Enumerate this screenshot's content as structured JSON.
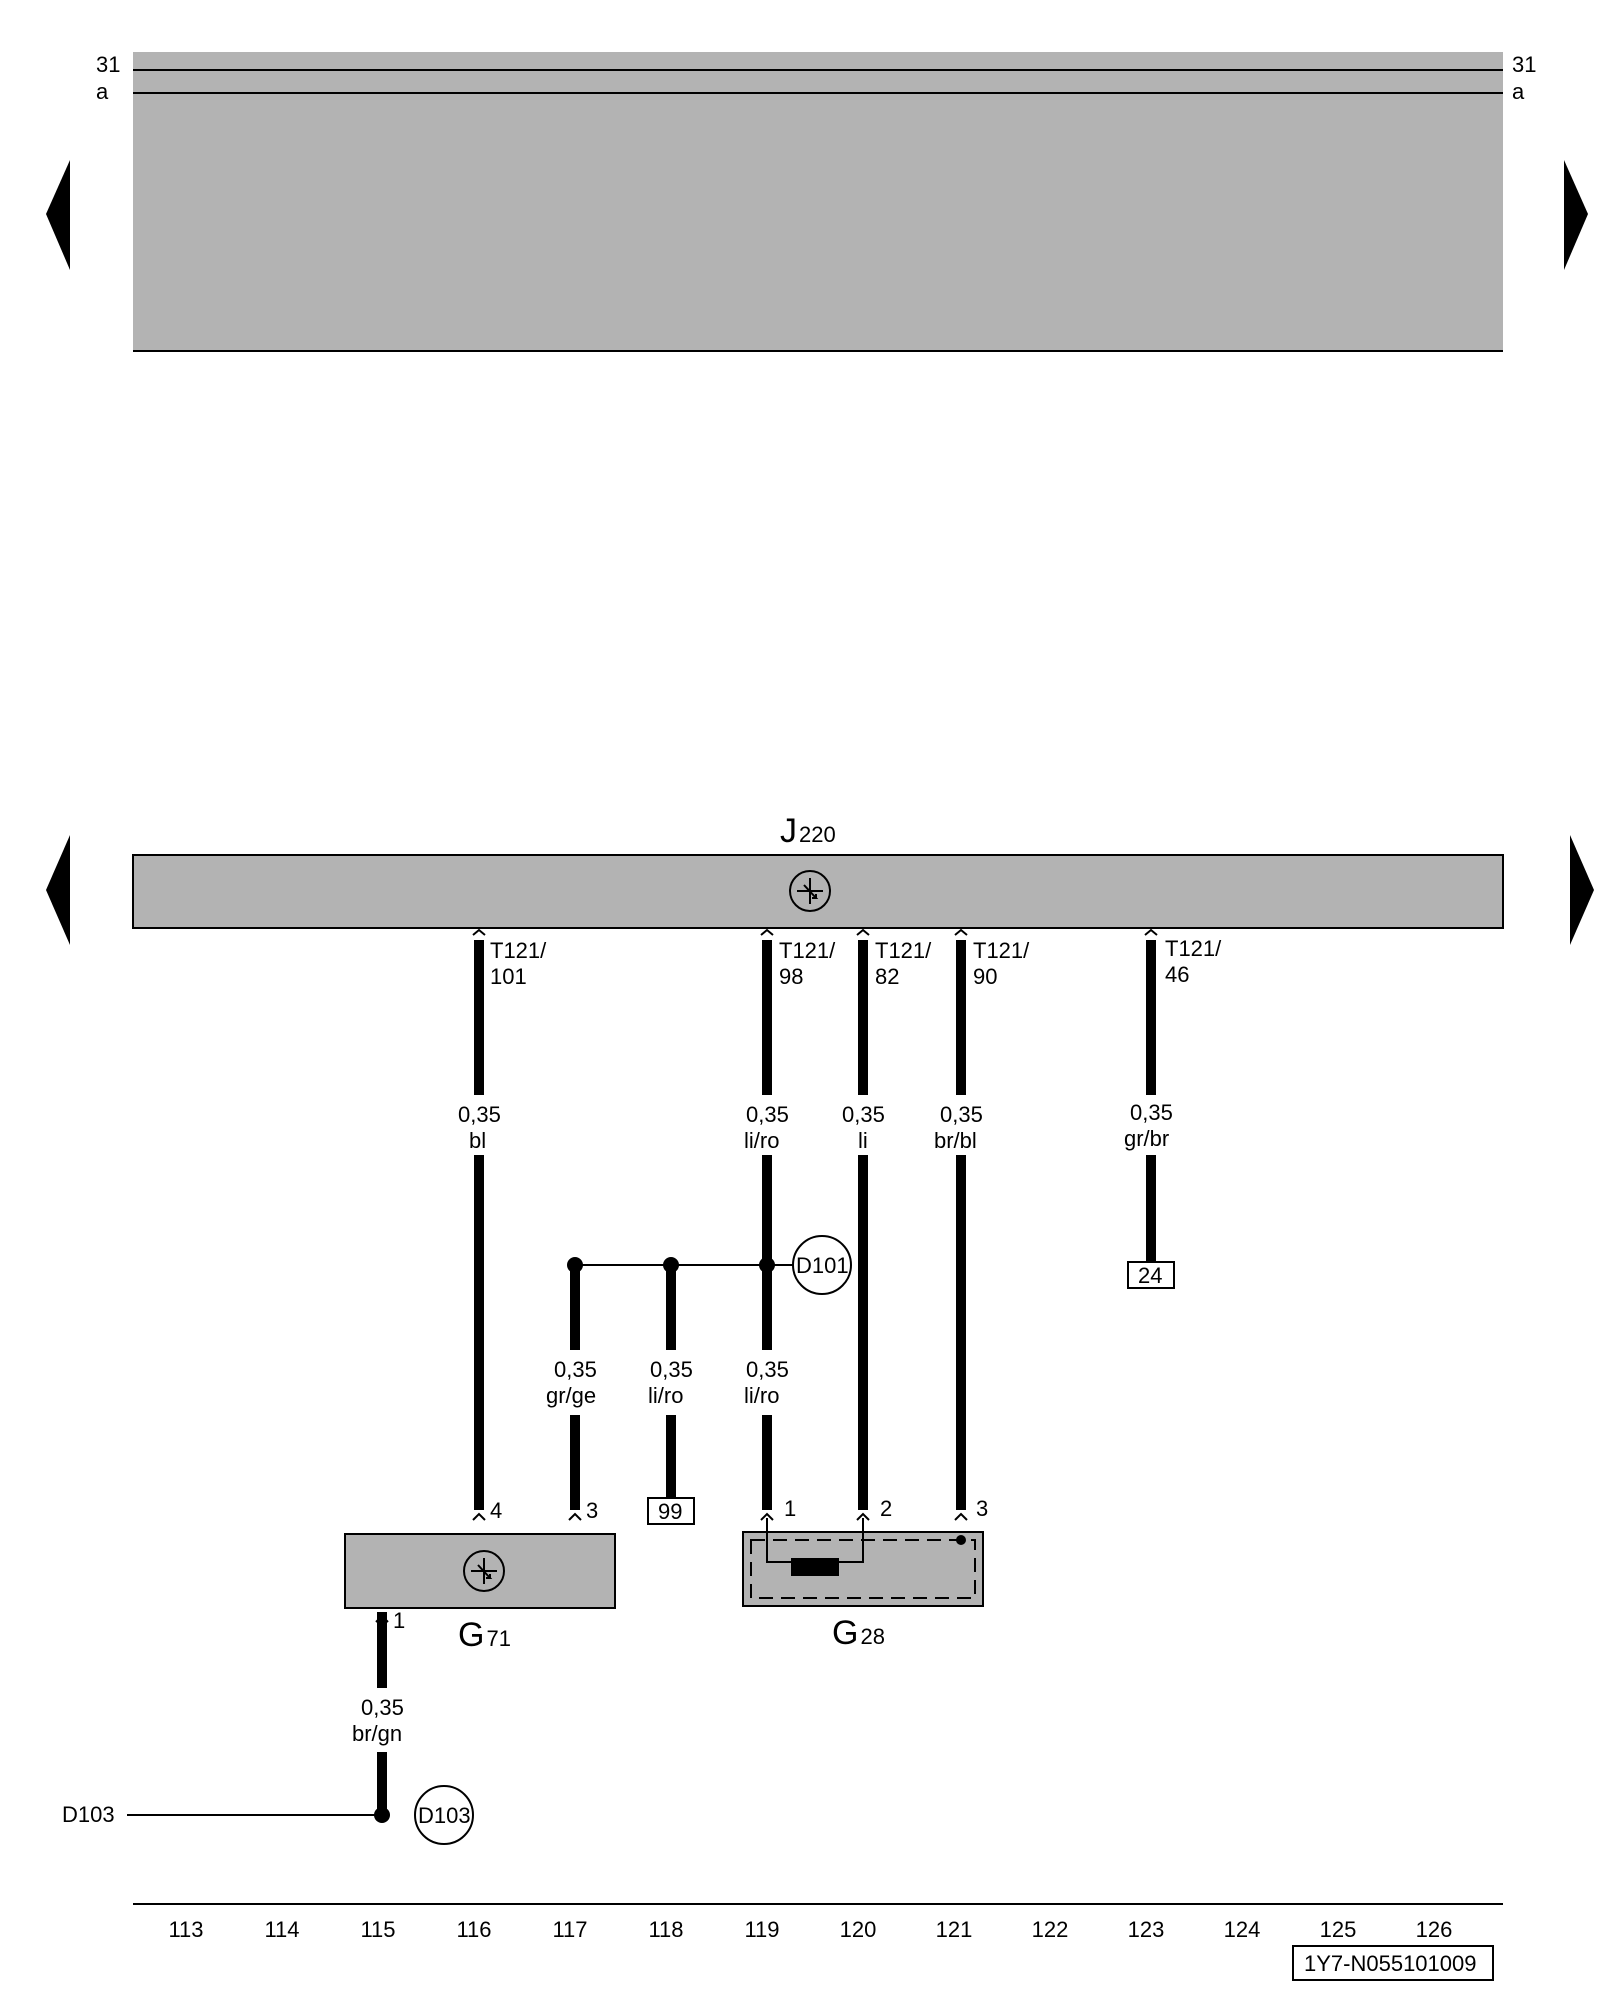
{
  "top_bus": {
    "left_labels": [
      "31",
      "a"
    ],
    "right_labels": [
      "31",
      "a"
    ]
  },
  "control_unit": {
    "name": "J",
    "sub": "220"
  },
  "pins": [
    {
      "conn": "T121/",
      "num": "101"
    },
    {
      "conn": "T121/",
      "num": "98"
    },
    {
      "conn": "T121/",
      "num": "82"
    },
    {
      "conn": "T121/",
      "num": "90"
    },
    {
      "conn": "T121/",
      "num": "46"
    }
  ],
  "wires": [
    {
      "size": "0,35",
      "color": "bl"
    },
    {
      "size": "0,35",
      "color": "li/ro"
    },
    {
      "size": "0,35",
      "color": "li"
    },
    {
      "size": "0,35",
      "color": "br/bl"
    },
    {
      "size": "0,35",
      "color": "gr/br"
    },
    {
      "size": "0,35",
      "color": "gr/ge"
    },
    {
      "size": "0,35",
      "color": "li/ro"
    },
    {
      "size": "0,35",
      "color": "li/ro"
    },
    {
      "size": "0,35",
      "color": "br/gn"
    }
  ],
  "refs": {
    "ref_24": "24",
    "ref_99": "99"
  },
  "connectors": {
    "d101": "D101",
    "d103": "D103",
    "d103_left": "D103"
  },
  "components": {
    "g71": {
      "name": "G",
      "sub": "71",
      "pins": [
        "4",
        "3",
        "1"
      ]
    },
    "g28": {
      "name": "G",
      "sub": "28",
      "pins": [
        "1",
        "2",
        "3"
      ]
    }
  },
  "ruler": [
    "113",
    "114",
    "115",
    "116",
    "117",
    "118",
    "119",
    "120",
    "121",
    "122",
    "123",
    "124",
    "125",
    "126"
  ],
  "doc_code": "1Y7-N055101009",
  "colors": {
    "component_fill": "#b3b3b3",
    "wire": "#000000",
    "background": "#ffffff"
  }
}
